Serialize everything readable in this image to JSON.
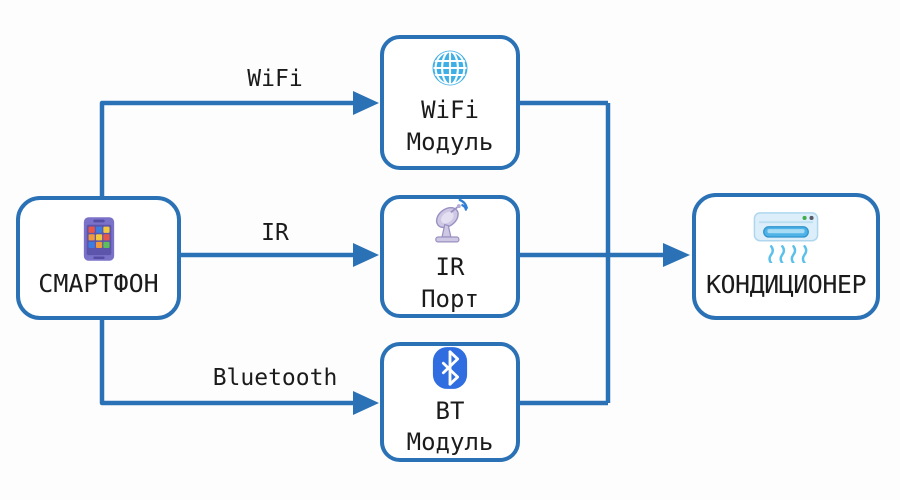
{
  "diagram": {
    "title": "smartphone-to-air-conditioner-control-diagram",
    "nodes": {
      "smartphone": {
        "label": "СМАРТФОН",
        "icon": "smartphone-icon"
      },
      "wifi_module": {
        "line1": "WiFi",
        "line2": "Модуль",
        "icon": "globe-icon"
      },
      "ir_port": {
        "line1": "IR",
        "line2": "Порт",
        "icon": "satellite-dish-icon"
      },
      "bt_module": {
        "line1": "BT",
        "line2": "Модуль",
        "icon": "bluetooth-icon"
      },
      "air_conditioner": {
        "label": "КОНДИЦИОНЕР",
        "icon": "air-conditioner-icon"
      }
    },
    "edges": {
      "smartphone_to_wifi": {
        "label": "WiFi"
      },
      "smartphone_to_ir": {
        "label": "IR"
      },
      "smartphone_to_bt": {
        "label": "Bluetooth"
      }
    },
    "colors": {
      "connector_blue": "#2a72b5",
      "text": "#1b1b1b",
      "background": "#fdfdfd",
      "globe_blue": "#3fb0e6",
      "bluetooth_blue": "#2f6de0",
      "ac_body_blue": "#dbeef9",
      "ac_vent_blue": "#4fb3e8",
      "phone_purple": "#7a72c8",
      "dish_lavender": "#cfc8e4"
    }
  }
}
